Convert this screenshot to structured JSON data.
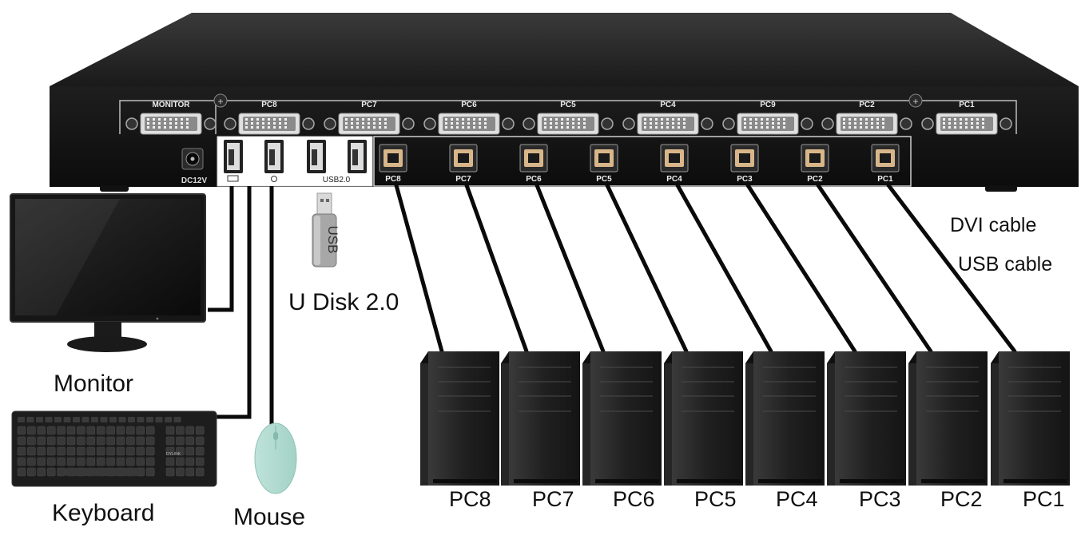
{
  "device": {
    "monitor_port_label": "MONITOR",
    "dvi_port_labels": [
      "PC8",
      "PC7",
      "PC6",
      "PC5",
      "PC4",
      "PC9",
      "PC2",
      "PC1"
    ],
    "usb_b_port_labels": [
      "PC8",
      "PC7",
      "PC6",
      "PC5",
      "PC4",
      "PC3",
      "PC2",
      "PC1"
    ],
    "power_label": "DC12V",
    "usb2_label": "USB2.0"
  },
  "udisk": {
    "stick_text": "USB",
    "label": "U Disk 2.0"
  },
  "peripherals": {
    "monitor": "Monitor",
    "keyboard": "Keyboard",
    "mouse": "Mouse",
    "keyboard_brand": "DYLINK"
  },
  "cables": {
    "dvi": "DVI cable",
    "usb": "USB cable"
  },
  "computers": [
    "PC8",
    "PC7",
    "PC6",
    "PC5",
    "PC4",
    "PC3",
    "PC2",
    "PC1"
  ]
}
